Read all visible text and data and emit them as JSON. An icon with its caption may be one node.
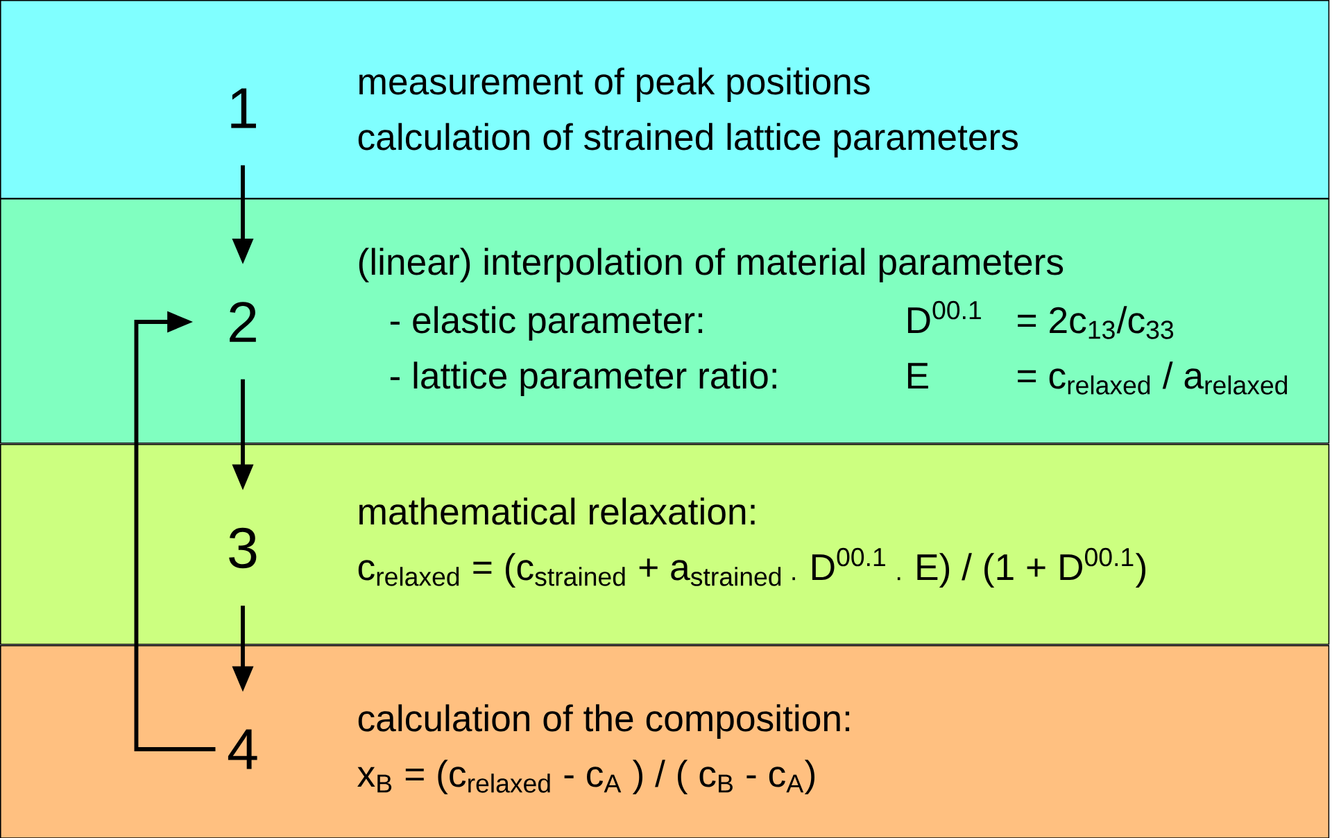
{
  "diagram": {
    "nodes": [
      {
        "text": [
          "measurement of peak positions",
          "calculation of strained lattice parameters"
        ]
      },
      {
        "text": [
          "1"
        ],
        "in": 0
      },
      {
        "text": [
          "(linear) interpolation of material parameters",
          "- elastic parameter:",
          "D$^{00.1}$",
          "= 2c$_{13}$/c$_{33}$",
          "- lattice parameter ratio:",
          "E",
          "= c$_{relaxed}$ / a$_{relaxed}$"
        ]
      },
      {
        "text": [
          "2"
        ],
        "in": 2
      },
      {
        "text": [
          "mathematical relaxation:",
          "c$_{relaxed}$ = (c$_{strained}$ +  a$_{strained ·}$ D$^{00.1}$$_{ ·}$ E) / (1 + D$^{00.1}$)"
        ]
      },
      {
        "text": [
          "3"
        ],
        "in": 4
      },
      {
        "text": [
          "calculation of the composition:",
          "x$_{B}$ = (c$_{relaxed}$ - c$_{A}$ ) / ( c$_{B}$ - c$_{A}$)"
        ]
      },
      {
        "text": [
          "4"
        ],
        "in": 6
      }
    ],
    "edges": [
      {
        "from": 1,
        "to": 3,
        "arrow": "to"
      },
      {
        "from": 3,
        "to": 5,
        "arrow": "to"
      },
      {
        "from": 5,
        "to": 7,
        "arrow": "to"
      },
      {
        "from": 7,
        "to": 3,
        "arrow": "to"
      }
    ]
  }
}
